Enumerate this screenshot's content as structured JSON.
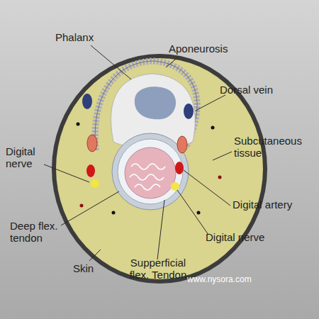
{
  "diagram": {
    "labels": [
      "Phalanx",
      "Aponeurosis",
      "Dorsal vein",
      "Subcutaneous tissue",
      "Digital nerve",
      "Digital artery",
      "Digital nerve",
      "Deep flex. tendon",
      "Skin",
      "Supperficial flex. Tendon",
      "www.nysora.com"
    ]
  }
}
